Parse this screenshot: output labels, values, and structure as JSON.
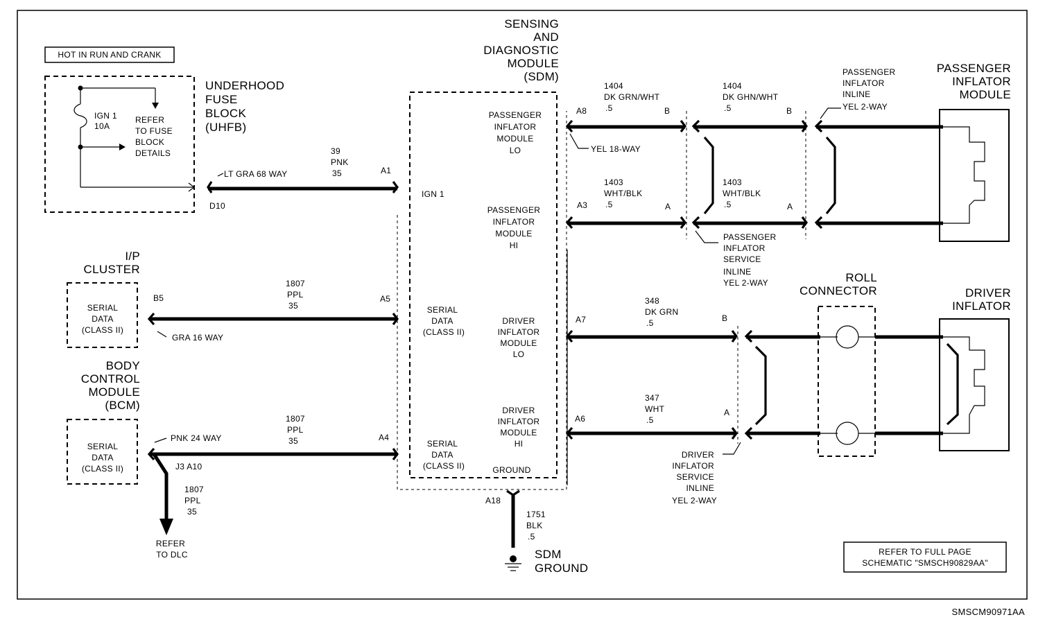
{
  "header_box": "HOT IN RUN AND CRANK",
  "uhfb": {
    "title": [
      "UNDERHOOD",
      "FUSE",
      "BLOCK",
      "(UHFB)"
    ],
    "fuse_name": "IGN 1",
    "fuse_rating": "10A",
    "refer": [
      "REFER",
      "TO FUSE",
      "BLOCK",
      "DETAILS"
    ],
    "connector": "LT GRA 68 WAY",
    "pin": "D10"
  },
  "ign_wire": {
    "circuit": "39",
    "color": "PNK",
    "size": "35",
    "pin": "A1"
  },
  "ip_cluster": {
    "title": [
      "I/P",
      "CLUSTER"
    ],
    "box": [
      "SERIAL",
      "DATA",
      "(CLASS II)"
    ],
    "pin": "B5",
    "connector": "GRA 16 WAY"
  },
  "cluster_wire": {
    "circuit": "1807",
    "color": "PPL",
    "size": "35",
    "pin": "A5"
  },
  "bcm": {
    "title": [
      "BODY",
      "CONTROL",
      "MODULE",
      "(BCM)"
    ],
    "box": [
      "SERIAL",
      "DATA",
      "(CLASS II)"
    ],
    "connector": "PNK 24 WAY",
    "splice": "J3 A10"
  },
  "bcm_wire": {
    "circuit": "1807",
    "color": "PPL",
    "size": "35",
    "pin": "A4"
  },
  "dlc_wire": {
    "circuit": "1807",
    "color": "PPL",
    "size": "35",
    "refer": [
      "REFER",
      "TO DLC"
    ]
  },
  "sdm": {
    "title": [
      "SENSING",
      "AND",
      "DIAGNOSTIC",
      "MODULE",
      "(SDM)"
    ],
    "ign": "IGN 1",
    "serial1": [
      "SERIAL",
      "DATA",
      "(CLASS II)"
    ],
    "serial2": [
      "SERIAL",
      "DATA",
      "(CLASS II)"
    ],
    "pass_lo": [
      "PASSENGER",
      "INFLATOR",
      "MODULE",
      "LO"
    ],
    "pass_hi": [
      "PASSENGER",
      "INFLATOR",
      "MODULE",
      "HI"
    ],
    "drv_lo": [
      "DRIVER",
      "INFLATOR",
      "MODULE",
      "LO"
    ],
    "drv_hi": [
      "DRIVER",
      "INFLATOR",
      "MODULE",
      "HI"
    ],
    "ground": "GROUND",
    "connector": "YEL 18-WAY",
    "ground_pin": "A18"
  },
  "ground_wire": {
    "circuit": "1751",
    "color": "BLK",
    "size": ".5",
    "label": [
      "SDM",
      "GROUND"
    ]
  },
  "pass_lo_wire": {
    "pin": "A8",
    "circuit1": "1404",
    "color1": "DK GRN/WHT",
    "size1": ".5",
    "cav1": "B",
    "circuit2": "1404",
    "color2": "DK GHN/WHT",
    "size2": ".5",
    "cav2": "B"
  },
  "pass_hi_wire": {
    "pin": "A3",
    "circuit1": "1403",
    "color1": "WHT/BLK",
    "size1": ".5",
    "cav1": "A",
    "circuit2": "1403",
    "color2": "WHT/BLK",
    "size2": ".5",
    "cav2": "A"
  },
  "pass_inline_top": [
    "PASSENGER",
    "INFLATOR",
    "INLINE",
    "YEL 2-WAY"
  ],
  "pass_service_inline": [
    "PASSENGER",
    "INFLATOR",
    "SERVICE",
    "INLINE",
    "YEL 2-WAY"
  ],
  "pass_module": [
    "PASSENGER",
    "INFLATOR",
    "MODULE"
  ],
  "drv_lo_wire": {
    "pin": "A7",
    "circuit": "348",
    "color": "DK GRN",
    "size": ".5",
    "cav": "B"
  },
  "drv_hi_wire": {
    "pin": "A6",
    "circuit": "347",
    "color": "WHT",
    "size": ".5",
    "cav": "A"
  },
  "drv_service_inline": [
    "DRIVER",
    "INFLATOR",
    "SERVICE",
    "INLINE",
    "YEL 2-WAY"
  ],
  "roll_connector": [
    "ROLL",
    "CONNECTOR"
  ],
  "driver_inflator": [
    "DRIVER",
    "INFLATOR"
  ],
  "refer_box": [
    "REFER TO FULL PAGE",
    "SCHEMATIC \"SMSCH90829AA\""
  ],
  "figure_id": "SMSCM90971AA"
}
